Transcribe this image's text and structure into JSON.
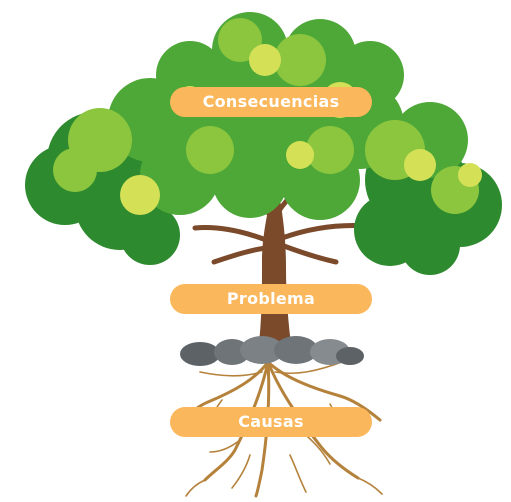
{
  "labels": {
    "consequences": "Consecuencias",
    "problem": "Problema",
    "causes": "Causas"
  },
  "colors": {
    "label_background": "#fbb75c",
    "label_text": "#ffffff",
    "foliage_dark": "#2e8a2f",
    "foliage_mid": "#4ea838",
    "foliage_light": "#8cc63f",
    "foliage_highlight": "#d4e157",
    "trunk": "#7a4a2a",
    "roots": "#b5823c",
    "rocks": "#6f7478"
  },
  "icons": {
    "tree": "tree-illustration",
    "rocks": "rocks-illustration",
    "roots": "roots-illustration"
  }
}
